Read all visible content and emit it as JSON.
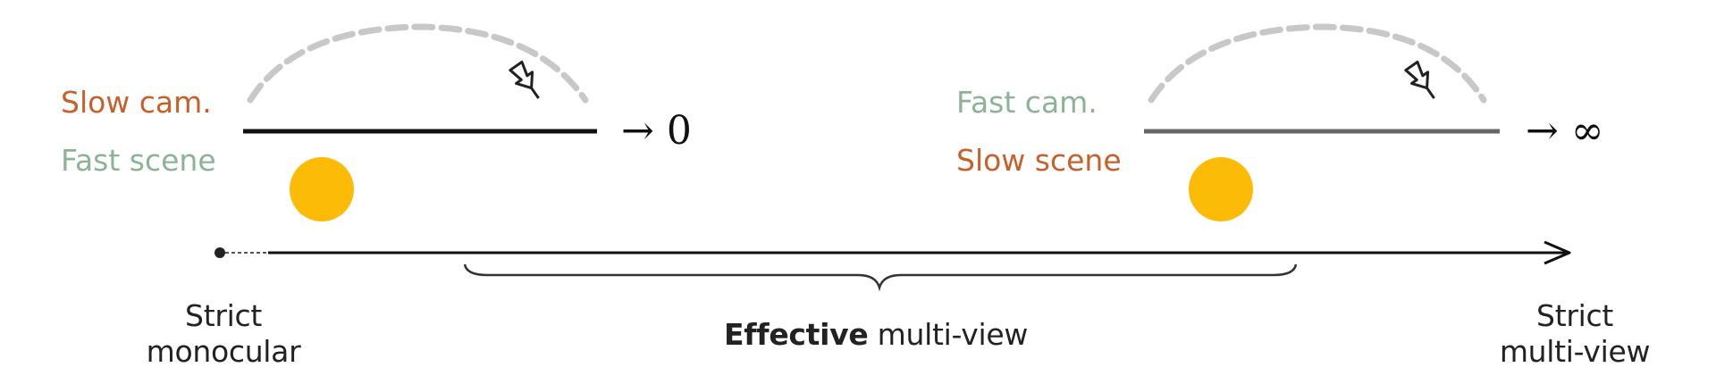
{
  "colors": {
    "slow": "#c8602a",
    "fast": "#8cb396",
    "ball": "#fcbb06",
    "arc": "#c8c8c8",
    "axis": "#111111"
  },
  "left_panel": {
    "camera_label": "Slow cam.",
    "scene_label": "Fast scene",
    "limit": "→ 0",
    "icons": [
      "camera-arc",
      "camera-icon",
      "ball"
    ]
  },
  "right_panel": {
    "camera_label": "Fast cam.",
    "scene_label": "Slow scene",
    "limit": "→ ∞",
    "icons": [
      "camera-arc",
      "camera-icon",
      "ball"
    ]
  },
  "axis": {
    "left_end": {
      "line1": "Strict",
      "line2": "monocular"
    },
    "middle": {
      "bold": "Effective",
      "rest": " multi-view"
    },
    "right_end": {
      "line1": "Strict",
      "line2": "multi-view"
    }
  }
}
